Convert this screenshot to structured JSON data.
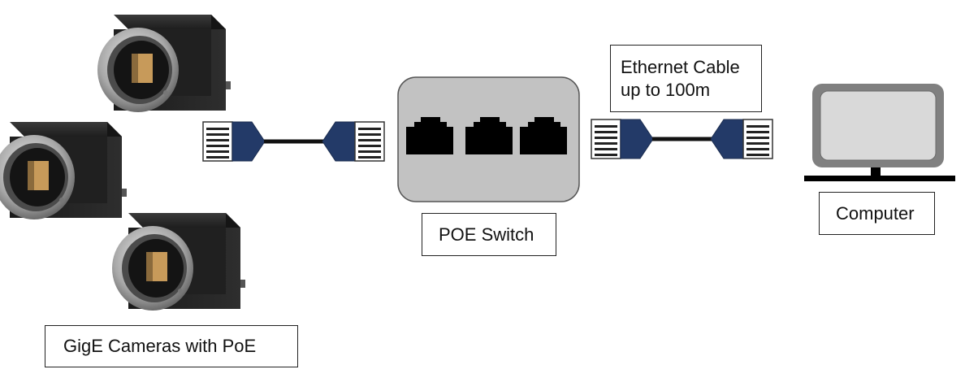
{
  "labels": {
    "cameras": "GigE Cameras with PoE",
    "switch": "POE Switch",
    "cable_line1": "Ethernet Cable",
    "cable_line2": "up to 100m",
    "computer": "Computer"
  },
  "icons": {
    "camera": "camera-icon",
    "connector": "rj45-connector-icon",
    "switch": "network-switch-icon",
    "port": "ethernet-port-icon",
    "computer": "computer-monitor-icon"
  },
  "colors": {
    "connector_blue": "#233a68",
    "camera_body": "#1c1c1c",
    "sensor_amber": "#c79a5a",
    "switch_gray": "#c2c2c2",
    "monitor_gray": "#808080"
  }
}
